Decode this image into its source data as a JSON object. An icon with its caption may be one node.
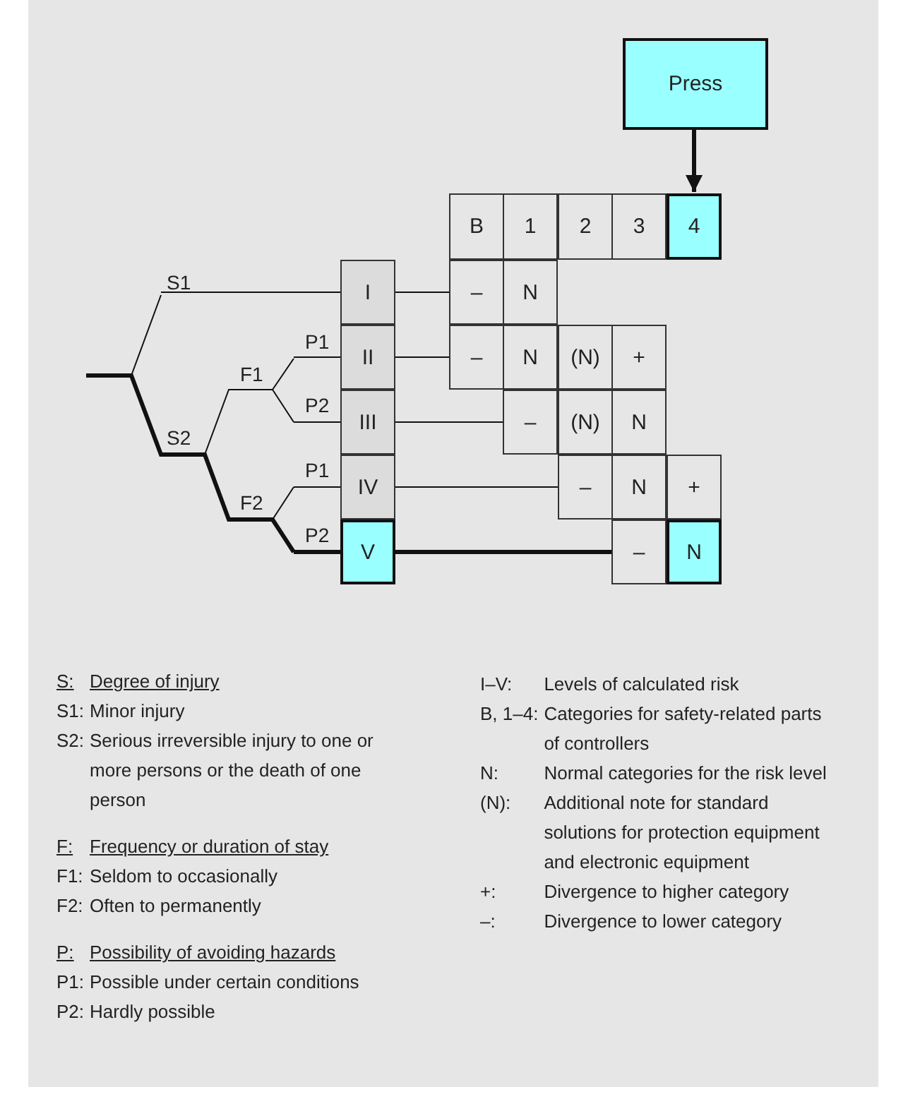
{
  "diagram": {
    "nodes": [
      {
        "text": [
          "Press"
        ]
      },
      {
        "text": [
          "B"
        ]
      },
      {
        "text": [
          "1"
        ]
      },
      {
        "text": [
          "2"
        ]
      },
      {
        "text": [
          "3"
        ]
      },
      {
        "text": [
          "4"
        ]
      },
      {
        "text": [
          "I"
        ]
      },
      {
        "text": [
          "–"
        ]
      },
      {
        "text": [
          "N"
        ]
      },
      {
        "text": [
          "II"
        ]
      },
      {
        "text": [
          "–"
        ]
      },
      {
        "text": [
          "N"
        ]
      },
      {
        "text": [
          "(N)"
        ]
      },
      {
        "text": [
          "+"
        ]
      },
      {
        "text": [
          "III"
        ]
      },
      {
        "text": [
          "–"
        ]
      },
      {
        "text": [
          "(N)"
        ]
      },
      {
        "text": [
          "N"
        ]
      },
      {
        "text": [
          "IV"
        ]
      },
      {
        "text": [
          "–"
        ]
      },
      {
        "text": [
          "N"
        ]
      },
      {
        "text": [
          "+"
        ]
      },
      {
        "text": [
          "V"
        ]
      },
      {
        "text": [
          "–"
        ]
      },
      {
        "text": [
          "N"
        ]
      }
    ],
    "edges": [
      {
        "from": 0,
        "to": 5,
        "arrow": "to",
        "style": "thick"
      },
      {
        "from": null,
        "to": 6,
        "arrow": "none",
        "label": "S1"
      },
      {
        "from": null,
        "to": 9,
        "arrow": "none",
        "label": "P1"
      },
      {
        "from": null,
        "to": 14,
        "arrow": "none",
        "label": "P2"
      },
      {
        "from": null,
        "to": 18,
        "arrow": "none",
        "label": "P1"
      },
      {
        "from": null,
        "to": 22,
        "arrow": "none",
        "label": "P2",
        "style": "thick"
      },
      {
        "from": 6,
        "to": 7,
        "arrow": "none"
      },
      {
        "from": 9,
        "to": 10,
        "arrow": "none"
      },
      {
        "from": 14,
        "to": 15,
        "arrow": "none"
      },
      {
        "from": 18,
        "to": 19,
        "arrow": "none"
      },
      {
        "from": 22,
        "to": 23,
        "arrow": "none",
        "style": "thick"
      }
    ],
    "labels": [
      "S2",
      "F1",
      "F2",
      "S:",
      "Degree of injury",
      "S1:",
      "Minor injury",
      "S2:",
      "Serious irreversible injury to one or more persons or the death of one person",
      "F:",
      "Frequency or duration of stay",
      "F1:",
      "Seldom to occasionally",
      "F2:",
      "Often to permanently",
      "P:",
      "Possibility of avoiding hazards",
      "P1:",
      "Possible under certain conditions",
      "P2:",
      "Hardly possible",
      "I–V:",
      "Levels of calculated risk",
      "B, 1–4:",
      "Categories for safety-related parts of controllers",
      "N:",
      "Normal categories for the risk level",
      "(N):",
      "Additional note for standard solutions for protection equipment and electronic equipment",
      "+:",
      "Divergence to higher category",
      "–:",
      "Divergence to lower category"
    ]
  }
}
